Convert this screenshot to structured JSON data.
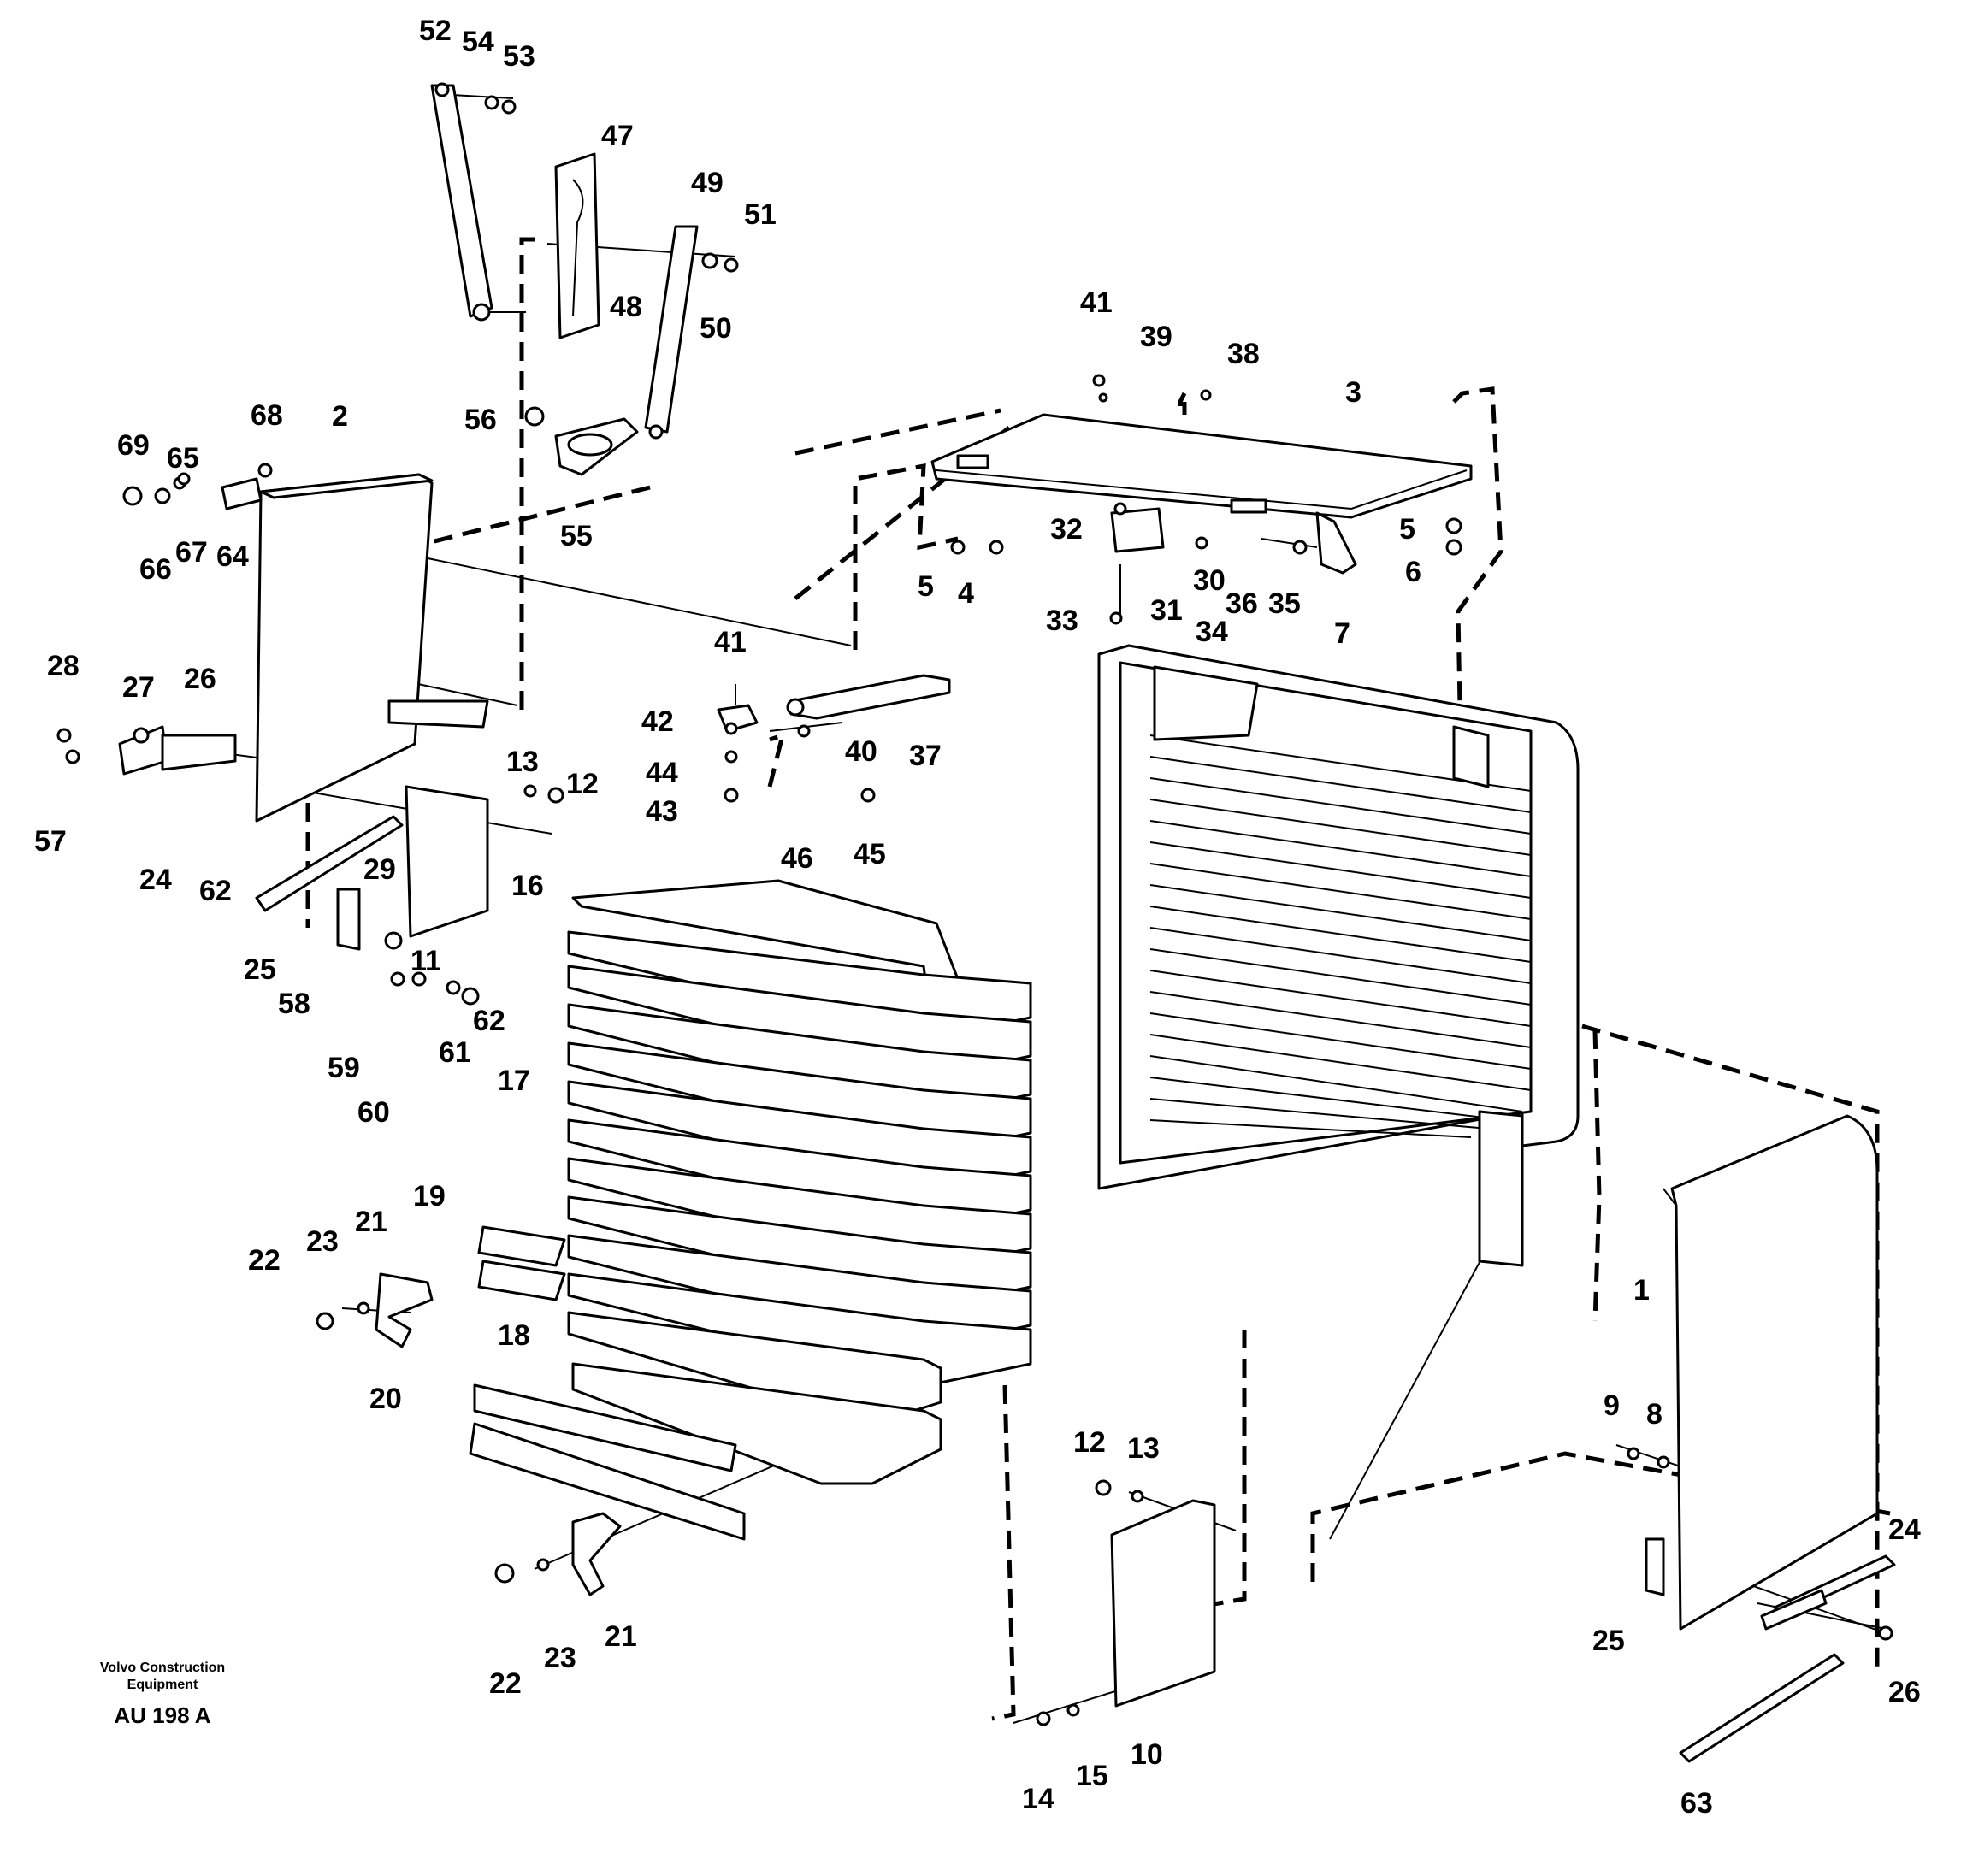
{
  "publisher_line1": "Volvo Construction",
  "publisher_line2": "Equipment",
  "figure_code": "AU 198 A",
  "callouts": {
    "c1": "1",
    "c2": "2",
    "c3": "3",
    "c4": "4",
    "c5a": "5",
    "c5b": "5",
    "c6": "6",
    "c7": "7",
    "c8": "8",
    "c9": "9",
    "c10": "10",
    "c11": "11",
    "c12a": "12",
    "c12b": "12",
    "c13a": "13",
    "c13b": "13",
    "c14": "14",
    "c15": "15",
    "c16": "16",
    "c17": "17",
    "c18": "18",
    "c19": "19",
    "c20": "20",
    "c21a": "21",
    "c21b": "21",
    "c22a": "22",
    "c22b": "22",
    "c23a": "23",
    "c23b": "23",
    "c24a": "24",
    "c24b": "24",
    "c25a": "25",
    "c25b": "25",
    "c26a": "26",
    "c26b": "26",
    "c27": "27",
    "c28": "28",
    "c29": "29",
    "c30": "30",
    "c31": "31",
    "c32": "32",
    "c33": "33",
    "c34": "34",
    "c35": "35",
    "c36": "36",
    "c37": "37",
    "c38": "38",
    "c39": "39",
    "c40": "40",
    "c41a": "41",
    "c41b": "41",
    "c42": "42",
    "c43": "43",
    "c44": "44",
    "c45": "45",
    "c46": "46",
    "c47": "47",
    "c48": "48",
    "c49": "49",
    "c50": "50",
    "c51": "51",
    "c52": "52",
    "c53": "53",
    "c54": "54",
    "c55": "55",
    "c56": "56",
    "c57": "57",
    "c58": "58",
    "c59": "59",
    "c60": "60",
    "c61": "61",
    "c62a": "62",
    "c62b": "62",
    "c63": "63",
    "c64": "64",
    "c65": "65",
    "c66": "66",
    "c67": "67",
    "c68": "68",
    "c69": "69"
  }
}
